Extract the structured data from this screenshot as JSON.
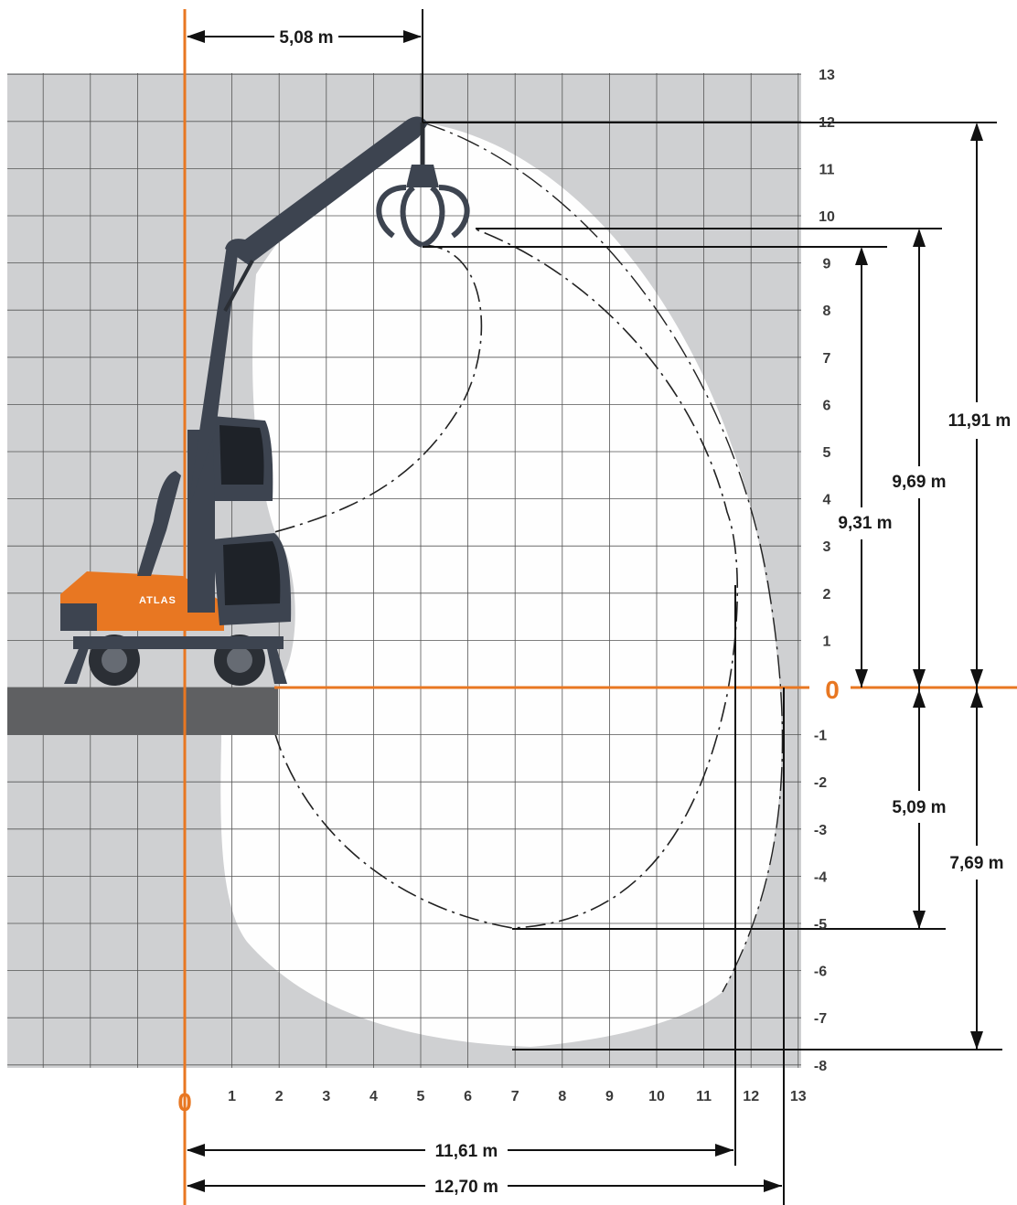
{
  "diagram": {
    "axis_x_labels": [
      "1",
      "2",
      "3",
      "4",
      "5",
      "6",
      "7",
      "8",
      "9",
      "10",
      "11",
      "12",
      "13"
    ],
    "axis_y_labels_pos": [
      "1",
      "2",
      "3",
      "4",
      "5",
      "6",
      "7",
      "8",
      "9",
      "10",
      "11",
      "12",
      "13"
    ],
    "axis_y_labels_neg": [
      "-1",
      "-2",
      "-3",
      "-4",
      "-5",
      "-6",
      "-7",
      "-8"
    ],
    "origin_x_label": "0",
    "origin_y_label": "0",
    "brand_text": "ATLAS",
    "dimensions": {
      "top_reach": "5,08 m",
      "height_max": "11,91 m",
      "height_mid": "9,69 m",
      "height_low": "9,31 m",
      "depth_mid": "5,09 m",
      "depth_max": "7,69 m",
      "reach_ground": "11,61 m",
      "reach_max": "12,70 m"
    },
    "colors": {
      "accent": "#e87722",
      "grid_background": "#cfd0d2",
      "ground": "#5f6062",
      "machine_body": "#3d4450"
    }
  }
}
